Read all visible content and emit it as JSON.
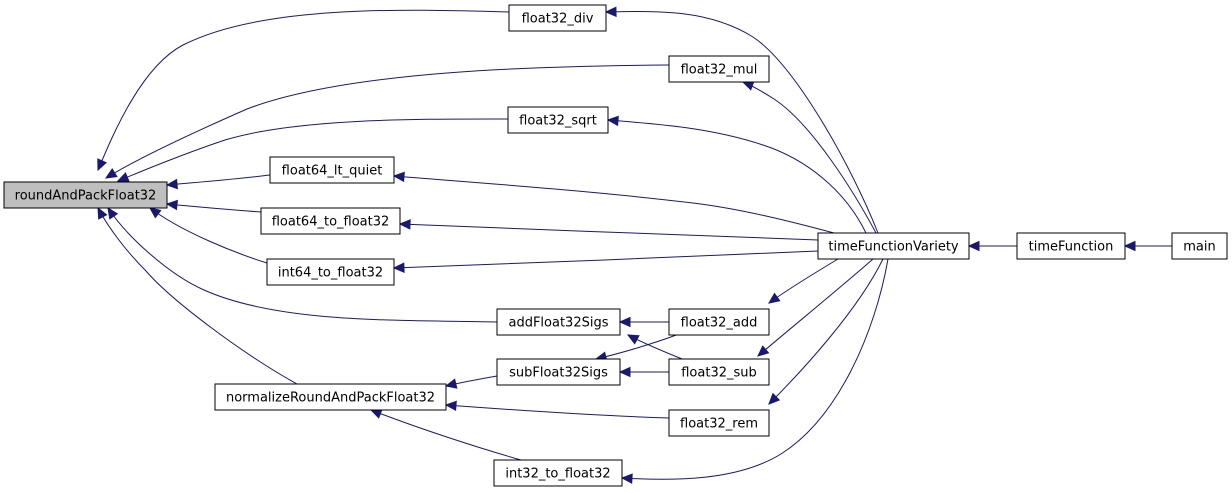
{
  "graph": {
    "edge_color": "#191970",
    "root_fill": "#bfbfbf",
    "nodes": [
      {
        "id": "roundAndPackFloat32",
        "label": "roundAndPackFloat32",
        "root": true
      },
      {
        "id": "float32_div",
        "label": "float32_div"
      },
      {
        "id": "float32_mul",
        "label": "float32_mul"
      },
      {
        "id": "float32_sqrt",
        "label": "float32_sqrt"
      },
      {
        "id": "float64_lt_quiet",
        "label": "float64_lt_quiet"
      },
      {
        "id": "float64_to_float32",
        "label": "float64_to_float32"
      },
      {
        "id": "int64_to_float32",
        "label": "int64_to_float32"
      },
      {
        "id": "addFloat32Sigs",
        "label": "addFloat32Sigs"
      },
      {
        "id": "subFloat32Sigs",
        "label": "subFloat32Sigs"
      },
      {
        "id": "normalizeRoundAndPackFloat32",
        "label": "normalizeRoundAndPackFloat32"
      },
      {
        "id": "int32_to_float32",
        "label": "int32_to_float32"
      },
      {
        "id": "float32_add",
        "label": "float32_add"
      },
      {
        "id": "float32_sub",
        "label": "float32_sub"
      },
      {
        "id": "float32_rem",
        "label": "float32_rem"
      },
      {
        "id": "timeFunctionVariety",
        "label": "timeFunctionVariety"
      },
      {
        "id": "timeFunction",
        "label": "timeFunction"
      },
      {
        "id": "main",
        "label": "main"
      }
    ],
    "edges": [
      {
        "from": "float32_div",
        "to": "roundAndPackFloat32"
      },
      {
        "from": "float32_mul",
        "to": "roundAndPackFloat32"
      },
      {
        "from": "float32_sqrt",
        "to": "roundAndPackFloat32"
      },
      {
        "from": "float64_lt_quiet",
        "to": "roundAndPackFloat32"
      },
      {
        "from": "float64_to_float32",
        "to": "roundAndPackFloat32"
      },
      {
        "from": "int64_to_float32",
        "to": "roundAndPackFloat32"
      },
      {
        "from": "addFloat32Sigs",
        "to": "roundAndPackFloat32"
      },
      {
        "from": "normalizeRoundAndPackFloat32",
        "to": "roundAndPackFloat32"
      },
      {
        "from": "subFloat32Sigs",
        "to": "normalizeRoundAndPackFloat32"
      },
      {
        "from": "float32_rem",
        "to": "normalizeRoundAndPackFloat32"
      },
      {
        "from": "int32_to_float32",
        "to": "normalizeRoundAndPackFloat32"
      },
      {
        "from": "float32_add",
        "to": "addFloat32Sigs"
      },
      {
        "from": "float32_sub",
        "to": "addFloat32Sigs"
      },
      {
        "from": "float32_add",
        "to": "subFloat32Sigs"
      },
      {
        "from": "float32_sub",
        "to": "subFloat32Sigs"
      },
      {
        "from": "timeFunctionVariety",
        "to": "float32_div"
      },
      {
        "from": "timeFunctionVariety",
        "to": "float32_mul"
      },
      {
        "from": "timeFunctionVariety",
        "to": "float32_sqrt"
      },
      {
        "from": "timeFunctionVariety",
        "to": "float64_lt_quiet"
      },
      {
        "from": "timeFunctionVariety",
        "to": "float64_to_float32"
      },
      {
        "from": "timeFunctionVariety",
        "to": "int64_to_float32"
      },
      {
        "from": "timeFunctionVariety",
        "to": "float32_add"
      },
      {
        "from": "timeFunctionVariety",
        "to": "float32_sub"
      },
      {
        "from": "timeFunctionVariety",
        "to": "float32_rem"
      },
      {
        "from": "timeFunctionVariety",
        "to": "int32_to_float32"
      },
      {
        "from": "timeFunction",
        "to": "timeFunctionVariety"
      },
      {
        "from": "main",
        "to": "timeFunction"
      }
    ]
  }
}
